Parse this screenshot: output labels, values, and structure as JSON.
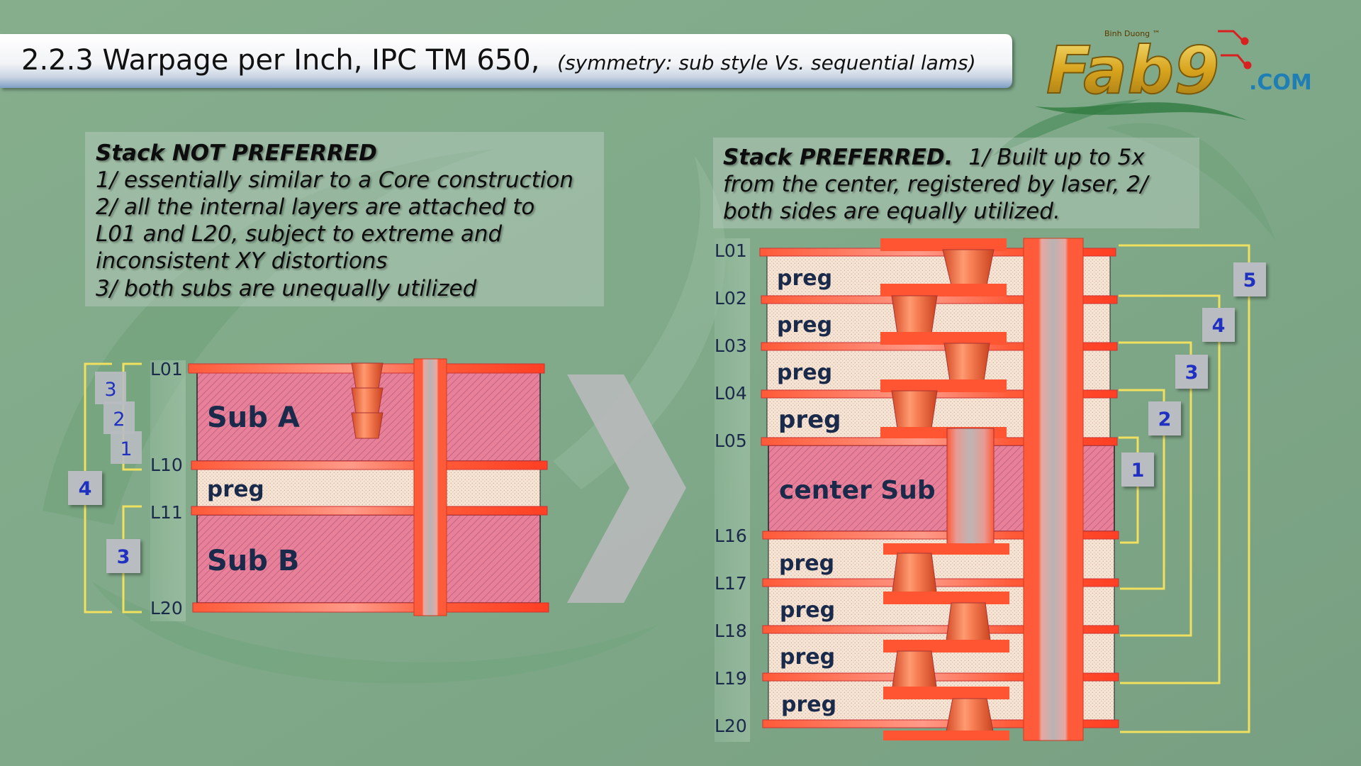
{
  "slide": {
    "title_main": "2.2.3 Warpage per Inch, IPC TM 650,",
    "title_note": "(symmetry: sub style Vs. sequential lams)"
  },
  "logo": {
    "small_text": "Binh Duong ™",
    "word": "Fab9",
    "domain": ".COM"
  },
  "left_panel": {
    "heading": "Stack NOT PREFERRED",
    "lines": [
      "1/ essentially similar to a Core construction",
      "2/ all the internal layers are attached to",
      "L01 and L20, subject to extreme and",
      "inconsistent XY distortions",
      "3/ both subs are unequally utilized"
    ]
  },
  "right_panel": {
    "heading": "Stack PREFERRED.",
    "lines": [
      "1/ Built up to 5x",
      "from the center, registered by laser, 2/",
      "both sides are equally utilized."
    ]
  },
  "left_stack": {
    "layer_labels": [
      "L01",
      "L10",
      "L11",
      "L20"
    ],
    "blocks": [
      "Sub A",
      "preg",
      "Sub B"
    ],
    "steps": [
      "3",
      "2",
      "1",
      "4",
      "3"
    ]
  },
  "right_stack": {
    "layer_labels": [
      "L01",
      "L02",
      "L03",
      "L04",
      "L05",
      "L16",
      "L17",
      "L18",
      "L19",
      "L20"
    ],
    "blocks": [
      "preg",
      "preg",
      "preg",
      "preg",
      "center Sub",
      "preg",
      "preg",
      "preg",
      "preg"
    ],
    "steps": [
      "5",
      "4",
      "3",
      "2",
      "1"
    ]
  },
  "colors": {
    "background": "#80aa88",
    "copper": "#ff5533",
    "sub_fill": "#e8809a",
    "preg_fill": "#f6e4d4",
    "label_text": "#1a2a4a",
    "bracket": "#f0e060",
    "step_number": "#2030c0",
    "step_box": "#b9bcc1"
  }
}
